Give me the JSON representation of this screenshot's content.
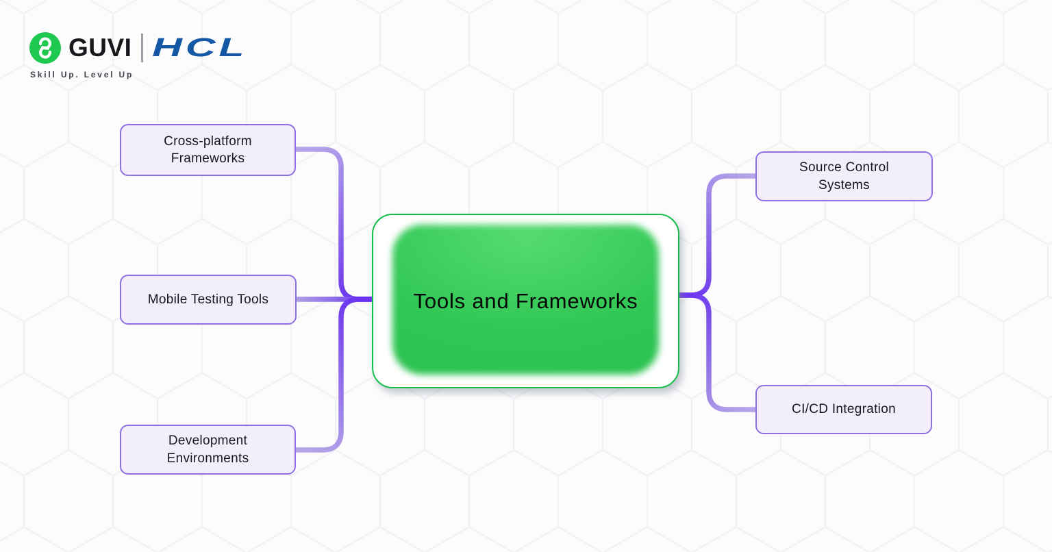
{
  "header": {
    "guvi_logo_text": "GUVI",
    "hcl_logo_text": "HCL",
    "tagline": "Skill Up. Level Up"
  },
  "mindmap": {
    "center_node": {
      "label": "Tools and Frameworks"
    },
    "left_nodes": [
      {
        "label": "Cross-platform Frameworks"
      },
      {
        "label": "Mobile Testing Tools"
      },
      {
        "label": "Development Environments"
      }
    ],
    "right_nodes": [
      {
        "label": "Source Control Systems"
      },
      {
        "label": "CI/CD Integration"
      }
    ]
  },
  "colors": {
    "center_border_green": "#12c04a",
    "center_fill_green": "#2cc352",
    "node_border_purple": "#8f6fe3",
    "node_fill_lavender": "#f2eefc",
    "connector_dark_purple": "#6a34ee",
    "connector_light_purple": "#b6a7e8",
    "guvi_brand_green": "#1fc94f",
    "hcl_brand_blue": "#1457a5",
    "background": "#fcfcfd",
    "pattern_line": "#f2f2f5"
  }
}
